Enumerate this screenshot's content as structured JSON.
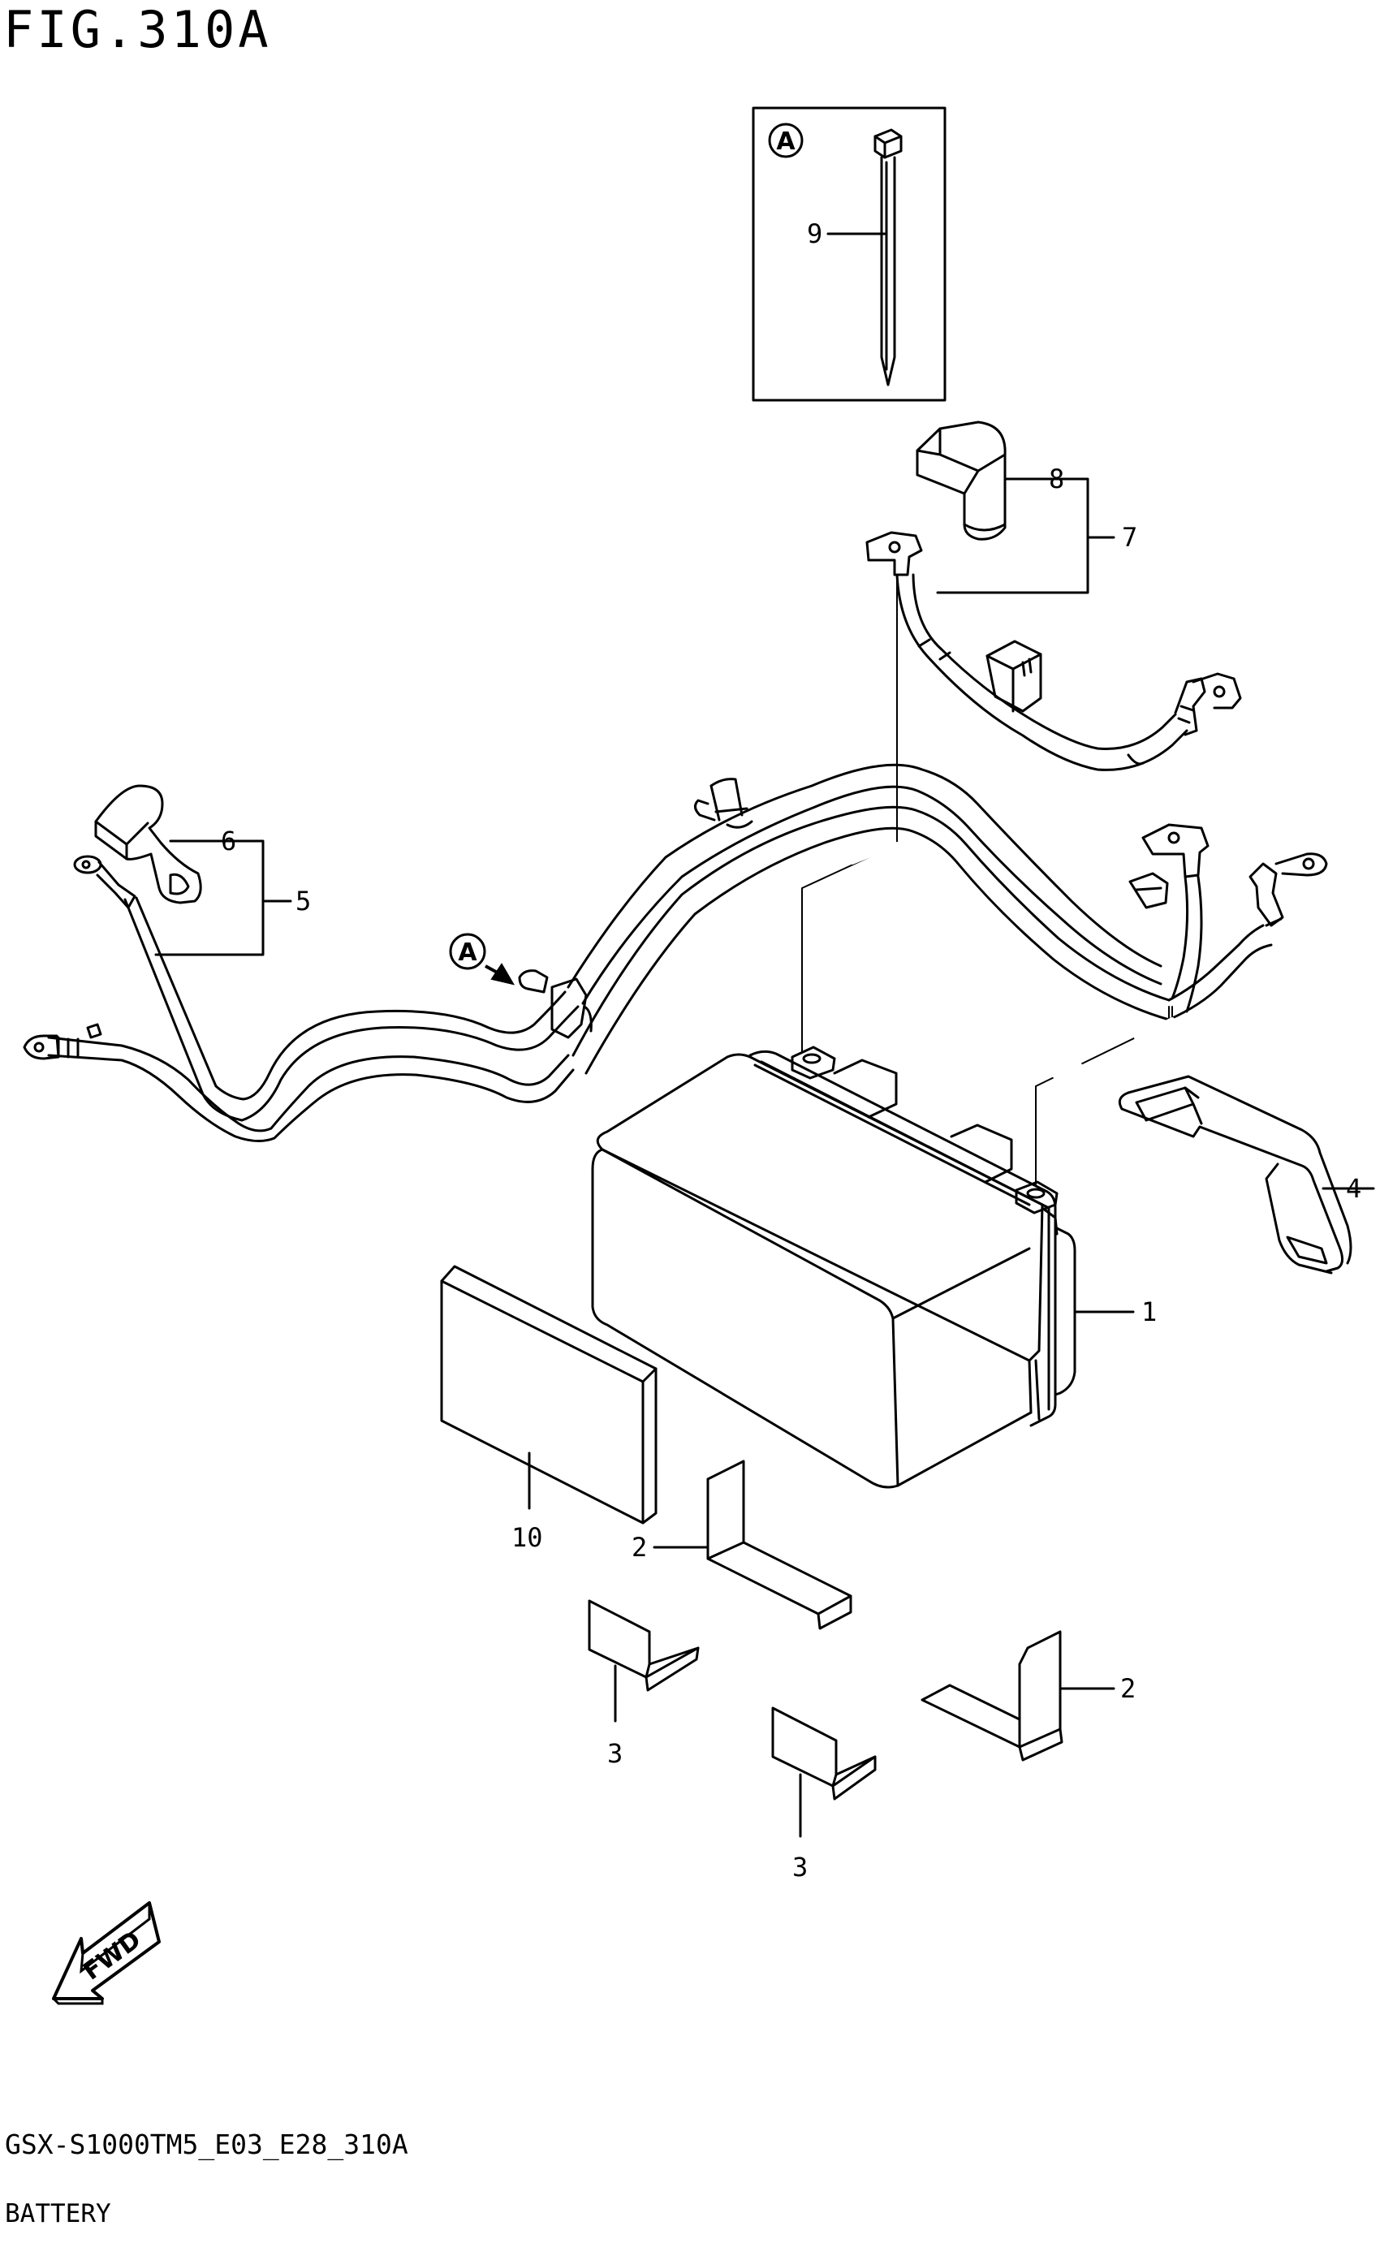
{
  "figure": {
    "title": "FIG.310A",
    "code": "GSX-S1000TM5_E03_E28_310A",
    "name": "BATTERY"
  },
  "inset": {
    "label": "A"
  },
  "pointer": {
    "label": "A"
  },
  "fwd_label": "FWD",
  "parts": {
    "p1": "1",
    "p2a": "2",
    "p2b": "2",
    "p3a": "3",
    "p3b": "3",
    "p4": "4",
    "p5": "5",
    "p6": "6",
    "p7": "7",
    "p8": "8",
    "p9": "9",
    "p10": "10"
  }
}
